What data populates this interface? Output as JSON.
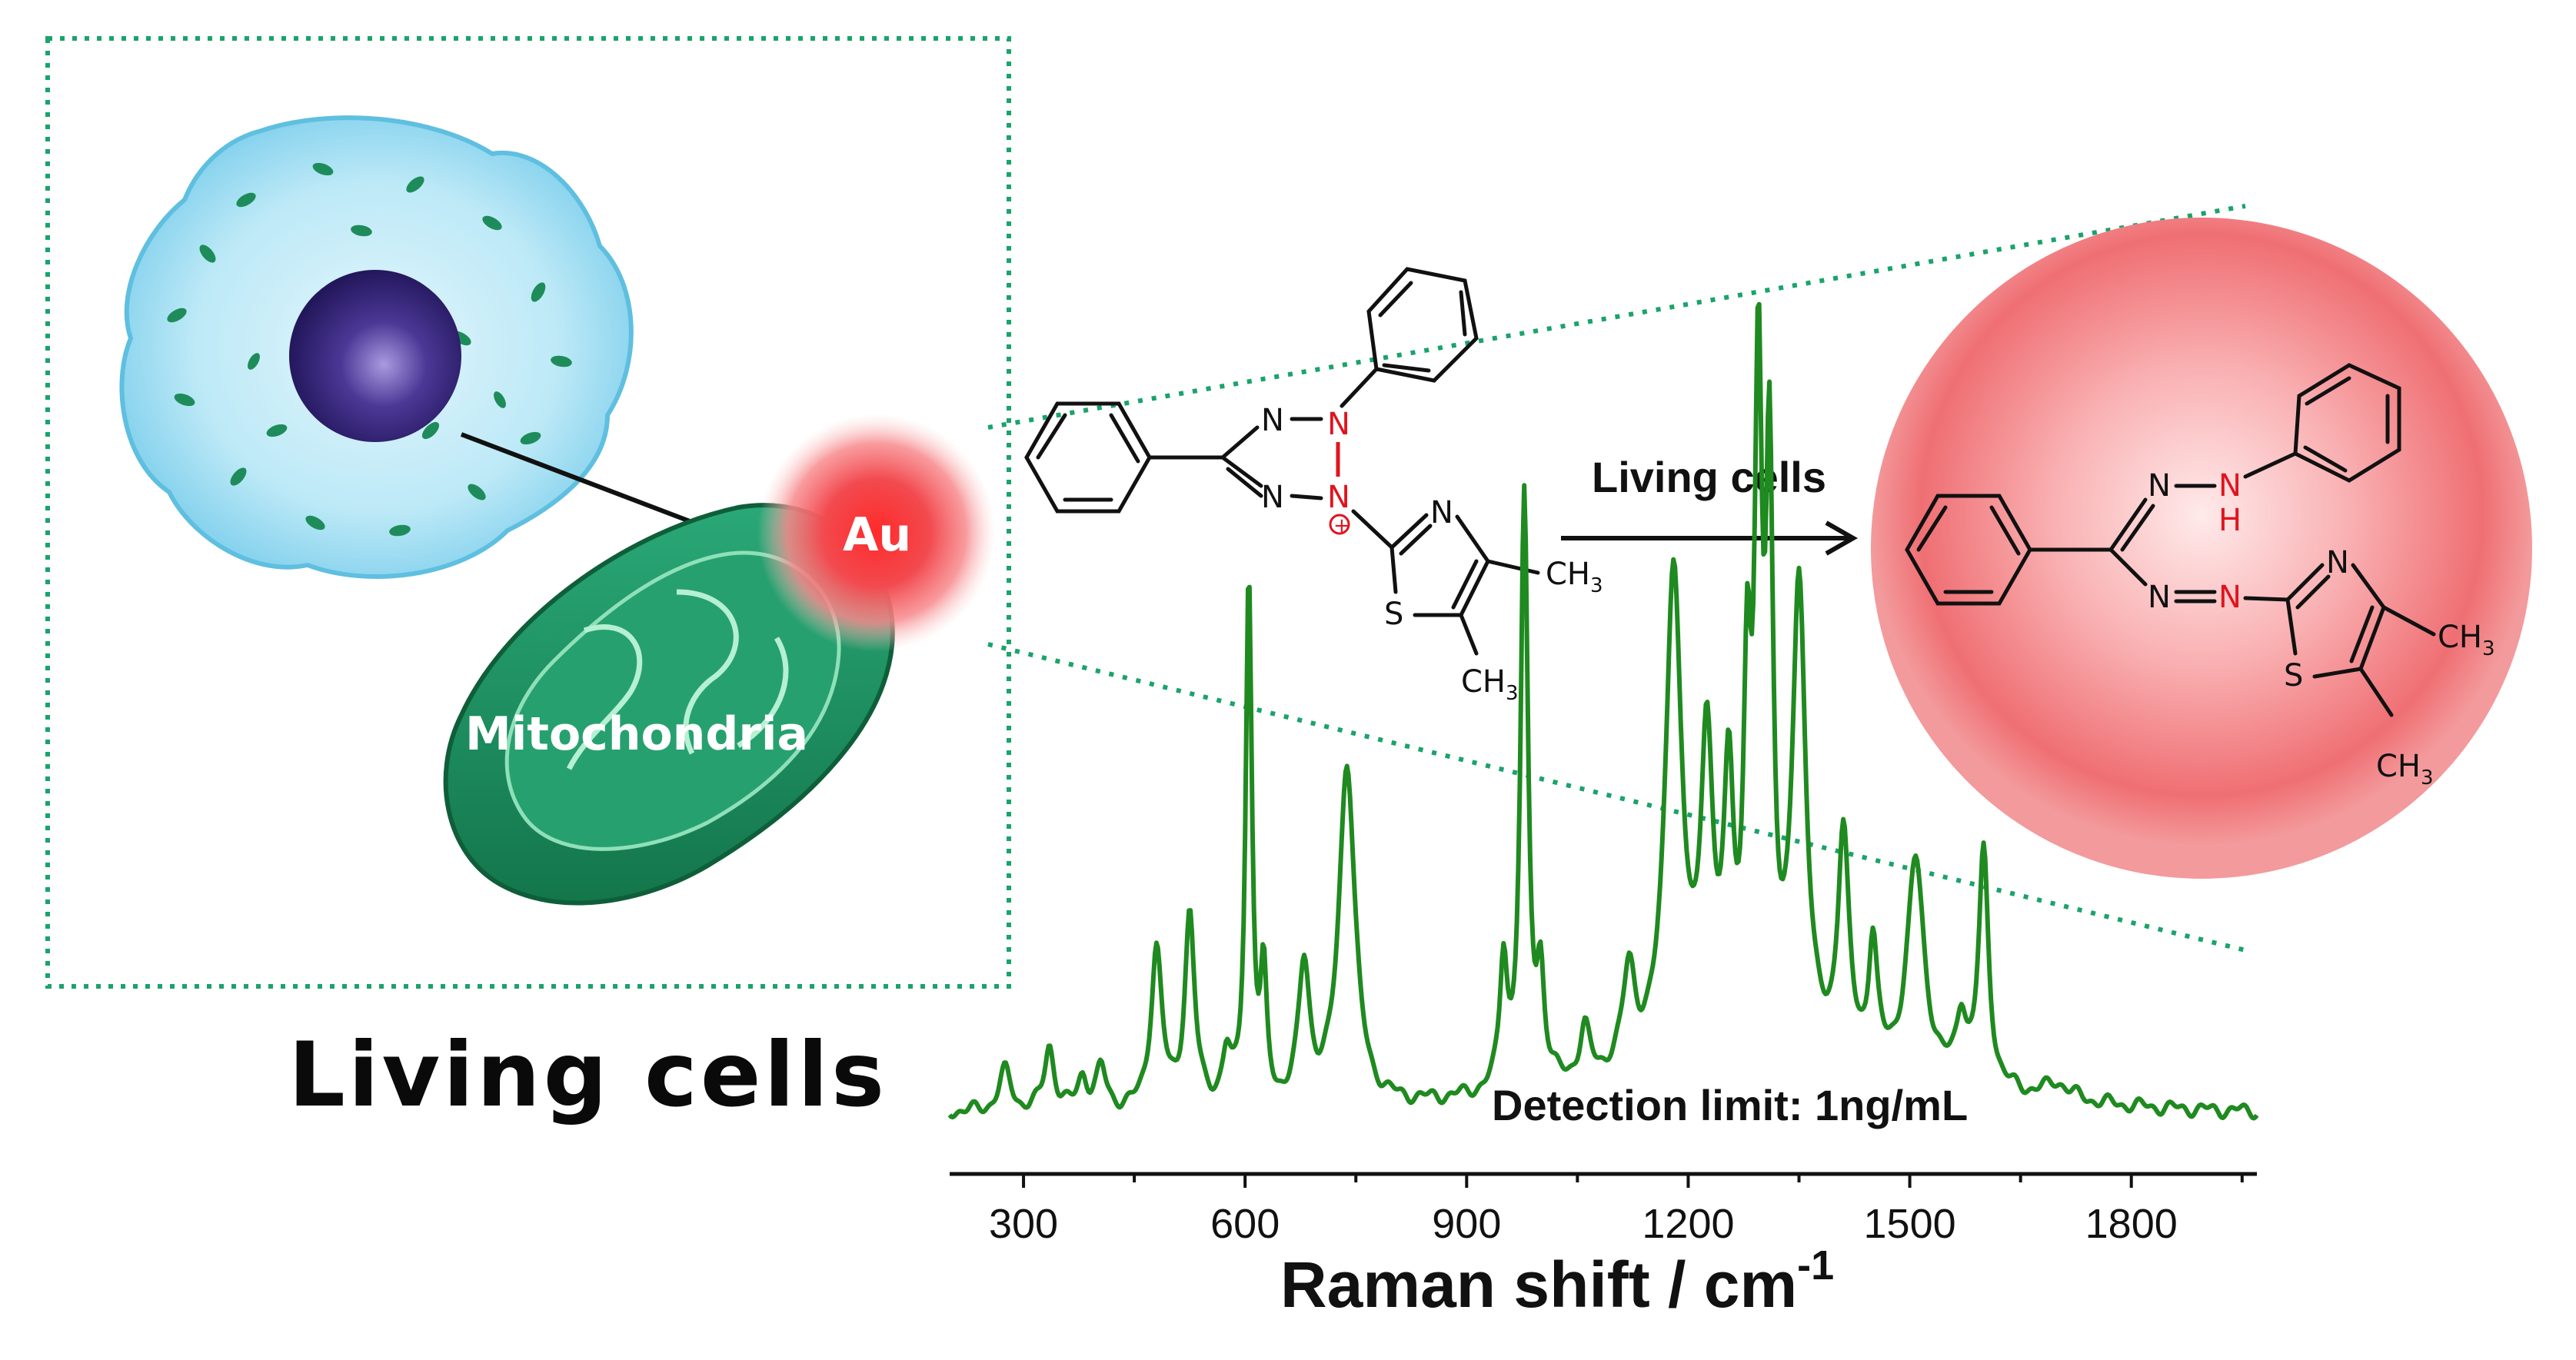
{
  "left_panel": {
    "caption": "Living cells",
    "mitochondria_label": "Mitochondria",
    "gold_label": "Au"
  },
  "reaction": {
    "arrow_label": "Living cells",
    "reactant_atoms": {
      "n1": "N",
      "n2": "N",
      "n3": "N",
      "n4": "N",
      "n5": "N",
      "s": "S",
      "ch3_a": "CH",
      "ch3_b": "CH",
      "sub3": "3"
    },
    "product_atoms": {
      "n1": "N",
      "n2": "N",
      "n3": "N",
      "n4": "N",
      "nh_n": "N",
      "nh_h": "H",
      "n_thz": "N",
      "s": "S",
      "ch3_a": "CH",
      "ch3_b": "CH",
      "sub3": "3"
    }
  },
  "spectrum_annotation": "Detection limit: 1ng/mL",
  "colors": {
    "spectrum": "#1f8a1f",
    "dotted_frame": "#1aa36b",
    "gold_glow": "#f2555a",
    "cell_body": "#a9dff2",
    "nucleus": "#3d2a82",
    "mitochondria": "#1f9160",
    "red_atoms": "#e0141e"
  },
  "chart_data": {
    "type": "line",
    "xlabel": "Raman shift / cm",
    "xlabel_superscript": "-1",
    "ylabel": "",
    "xlim": [
      200,
      1970
    ],
    "x_ticks": [
      300,
      600,
      900,
      1200,
      1500,
      1800
    ],
    "x_tick_labels": [
      "300",
      "600",
      "900",
      "1200",
      "1500",
      "1800"
    ],
    "y_axis_visible": false,
    "baseline": 0.06,
    "series": [
      {
        "peaks": [
          [
            275,
            0.05,
            10
          ],
          [
            335,
            0.08,
            8
          ],
          [
            380,
            0.04,
            8
          ],
          [
            405,
            0.05,
            8
          ],
          [
            480,
            0.2,
            9
          ],
          [
            525,
            0.24,
            8
          ],
          [
            575,
            0.06,
            7
          ],
          [
            605,
            0.66,
            5
          ],
          [
            625,
            0.15,
            5
          ],
          [
            680,
            0.17,
            9
          ],
          [
            738,
            0.43,
            13
          ],
          [
            950,
            0.16,
            6
          ],
          [
            978,
            0.73,
            6
          ],
          [
            1000,
            0.13,
            6
          ],
          [
            1060,
            0.06,
            8
          ],
          [
            1120,
            0.12,
            10
          ],
          [
            1180,
            0.62,
            13
          ],
          [
            1225,
            0.38,
            10
          ],
          [
            1255,
            0.32,
            8
          ],
          [
            1280,
            0.41,
            6
          ],
          [
            1295,
            0.77,
            6
          ],
          [
            1310,
            0.68,
            6
          ],
          [
            1350,
            0.59,
            11
          ],
          [
            1410,
            0.28,
            9
          ],
          [
            1450,
            0.15,
            7
          ],
          [
            1508,
            0.27,
            14
          ],
          [
            1570,
            0.08,
            8
          ],
          [
            1600,
            0.29,
            8
          ],
          [
            1700,
            0.02,
            20
          ]
        ]
      }
    ]
  }
}
